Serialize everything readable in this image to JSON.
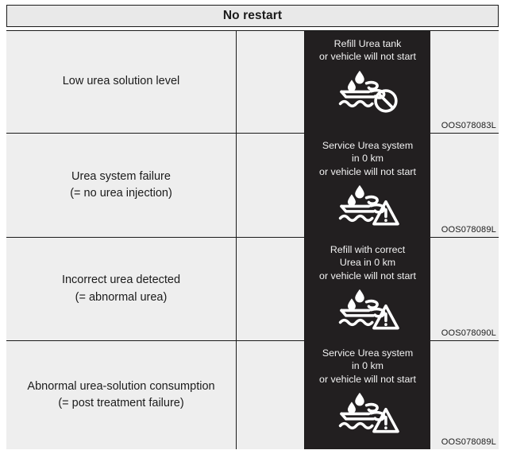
{
  "header": {
    "title": "No restart"
  },
  "table": {
    "rows": [
      {
        "description": "Low urea solution level",
        "lcd_message": "Refill Urea tank\nor vehicle will not start",
        "icon": "urea-tank-prohibited-icon",
        "ref_code": "OOS078083L"
      },
      {
        "description": "Urea system failure\n(= no urea injection)",
        "lcd_message": "Service Urea system\nin 0 km\nor vehicle will not start",
        "icon": "urea-tank-warning-icon",
        "ref_code": "OOS078089L"
      },
      {
        "description": "Incorrect urea detected\n(= abnormal urea)",
        "lcd_message": "Refill with correct\nUrea in 0 km\nor vehicle will not start",
        "icon": "urea-tank-warning-icon",
        "ref_code": "OOS078090L"
      },
      {
        "description": "Abnormal urea-solution consumption\n(= post treatment failure)",
        "lcd_message": "Service Urea system\nin 0 km\nor vehicle will not start",
        "icon": "urea-tank-warning-icon",
        "ref_code": "OOS078089L"
      }
    ]
  },
  "colors": {
    "header_background": "#e9e9e9",
    "cell_background": "#eeeeee",
    "lcd_background": "#221f20",
    "lcd_text": "#f2f2f2",
    "border": "#1a1a1a",
    "body_text": "#1b1b1b"
  }
}
